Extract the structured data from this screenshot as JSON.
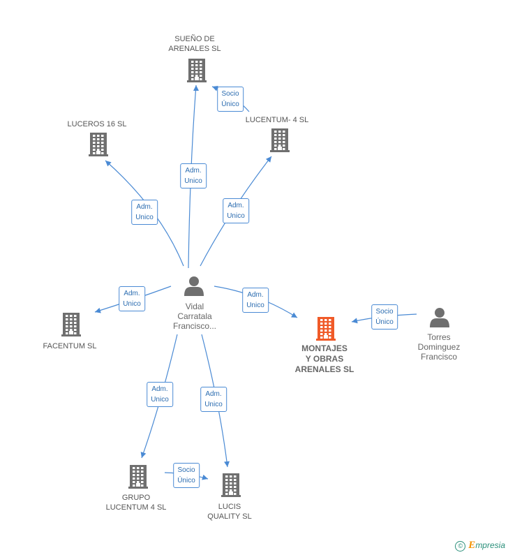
{
  "nodes": [
    {
      "id": "sueno",
      "type": "company",
      "label": [
        "SUEÑO DE",
        "ARENALES SL"
      ]
    },
    {
      "id": "luceros",
      "type": "company",
      "label": [
        "LUCEROS 16 SL"
      ]
    },
    {
      "id": "lucentum4",
      "type": "company",
      "label": [
        "LUCENTUM- 4 SL"
      ]
    },
    {
      "id": "vidal",
      "type": "person",
      "label": [
        "Vidal",
        "Carratala",
        "Francisco..."
      ]
    },
    {
      "id": "facentum",
      "type": "company",
      "label": [
        "FACENTUM SL"
      ]
    },
    {
      "id": "montajes",
      "type": "company-main",
      "label": [
        "MONTAJES",
        "Y OBRAS",
        "ARENALES SL"
      ]
    },
    {
      "id": "torres",
      "type": "person",
      "label": [
        "Torres",
        "Dominguez",
        "Francisco"
      ]
    },
    {
      "id": "grupo",
      "type": "company",
      "label": [
        "GRUPO",
        "LUCENTUM 4 SL"
      ]
    },
    {
      "id": "lucis",
      "type": "company",
      "label": [
        "LUCIS",
        "QUALITY SL"
      ]
    }
  ],
  "edges": [
    {
      "from": "vidal",
      "to": "sueno",
      "label": [
        "Adm.",
        "Unico"
      ]
    },
    {
      "from": "vidal",
      "to": "luceros",
      "label": [
        "Adm.",
        "Unico"
      ]
    },
    {
      "from": "vidal",
      "to": "lucentum4",
      "label": [
        "Adm.",
        "Unico"
      ]
    },
    {
      "from": "lucentum4",
      "to": "sueno",
      "label": [
        "Socio",
        "Único"
      ]
    },
    {
      "from": "vidal",
      "to": "facentum",
      "label": [
        "Adm.",
        "Unico"
      ]
    },
    {
      "from": "vidal",
      "to": "montajes",
      "label": [
        "Adm.",
        "Unico"
      ]
    },
    {
      "from": "torres",
      "to": "montajes",
      "label": [
        "Socio",
        "Único"
      ]
    },
    {
      "from": "vidal",
      "to": "grupo",
      "label": [
        "Adm.",
        "Unico"
      ]
    },
    {
      "from": "vidal",
      "to": "lucis",
      "label": [
        "Adm.",
        "Unico"
      ]
    },
    {
      "from": "grupo",
      "to": "lucis",
      "label": [
        "Socio",
        "Único"
      ]
    }
  ],
  "colors": {
    "edge": "#4a8ad4",
    "company": "#6f6f6f",
    "main": "#f05a28",
    "person": "#6f6f6f"
  },
  "brand": {
    "copyright": "©",
    "e": "E",
    "name": "mpresia"
  }
}
